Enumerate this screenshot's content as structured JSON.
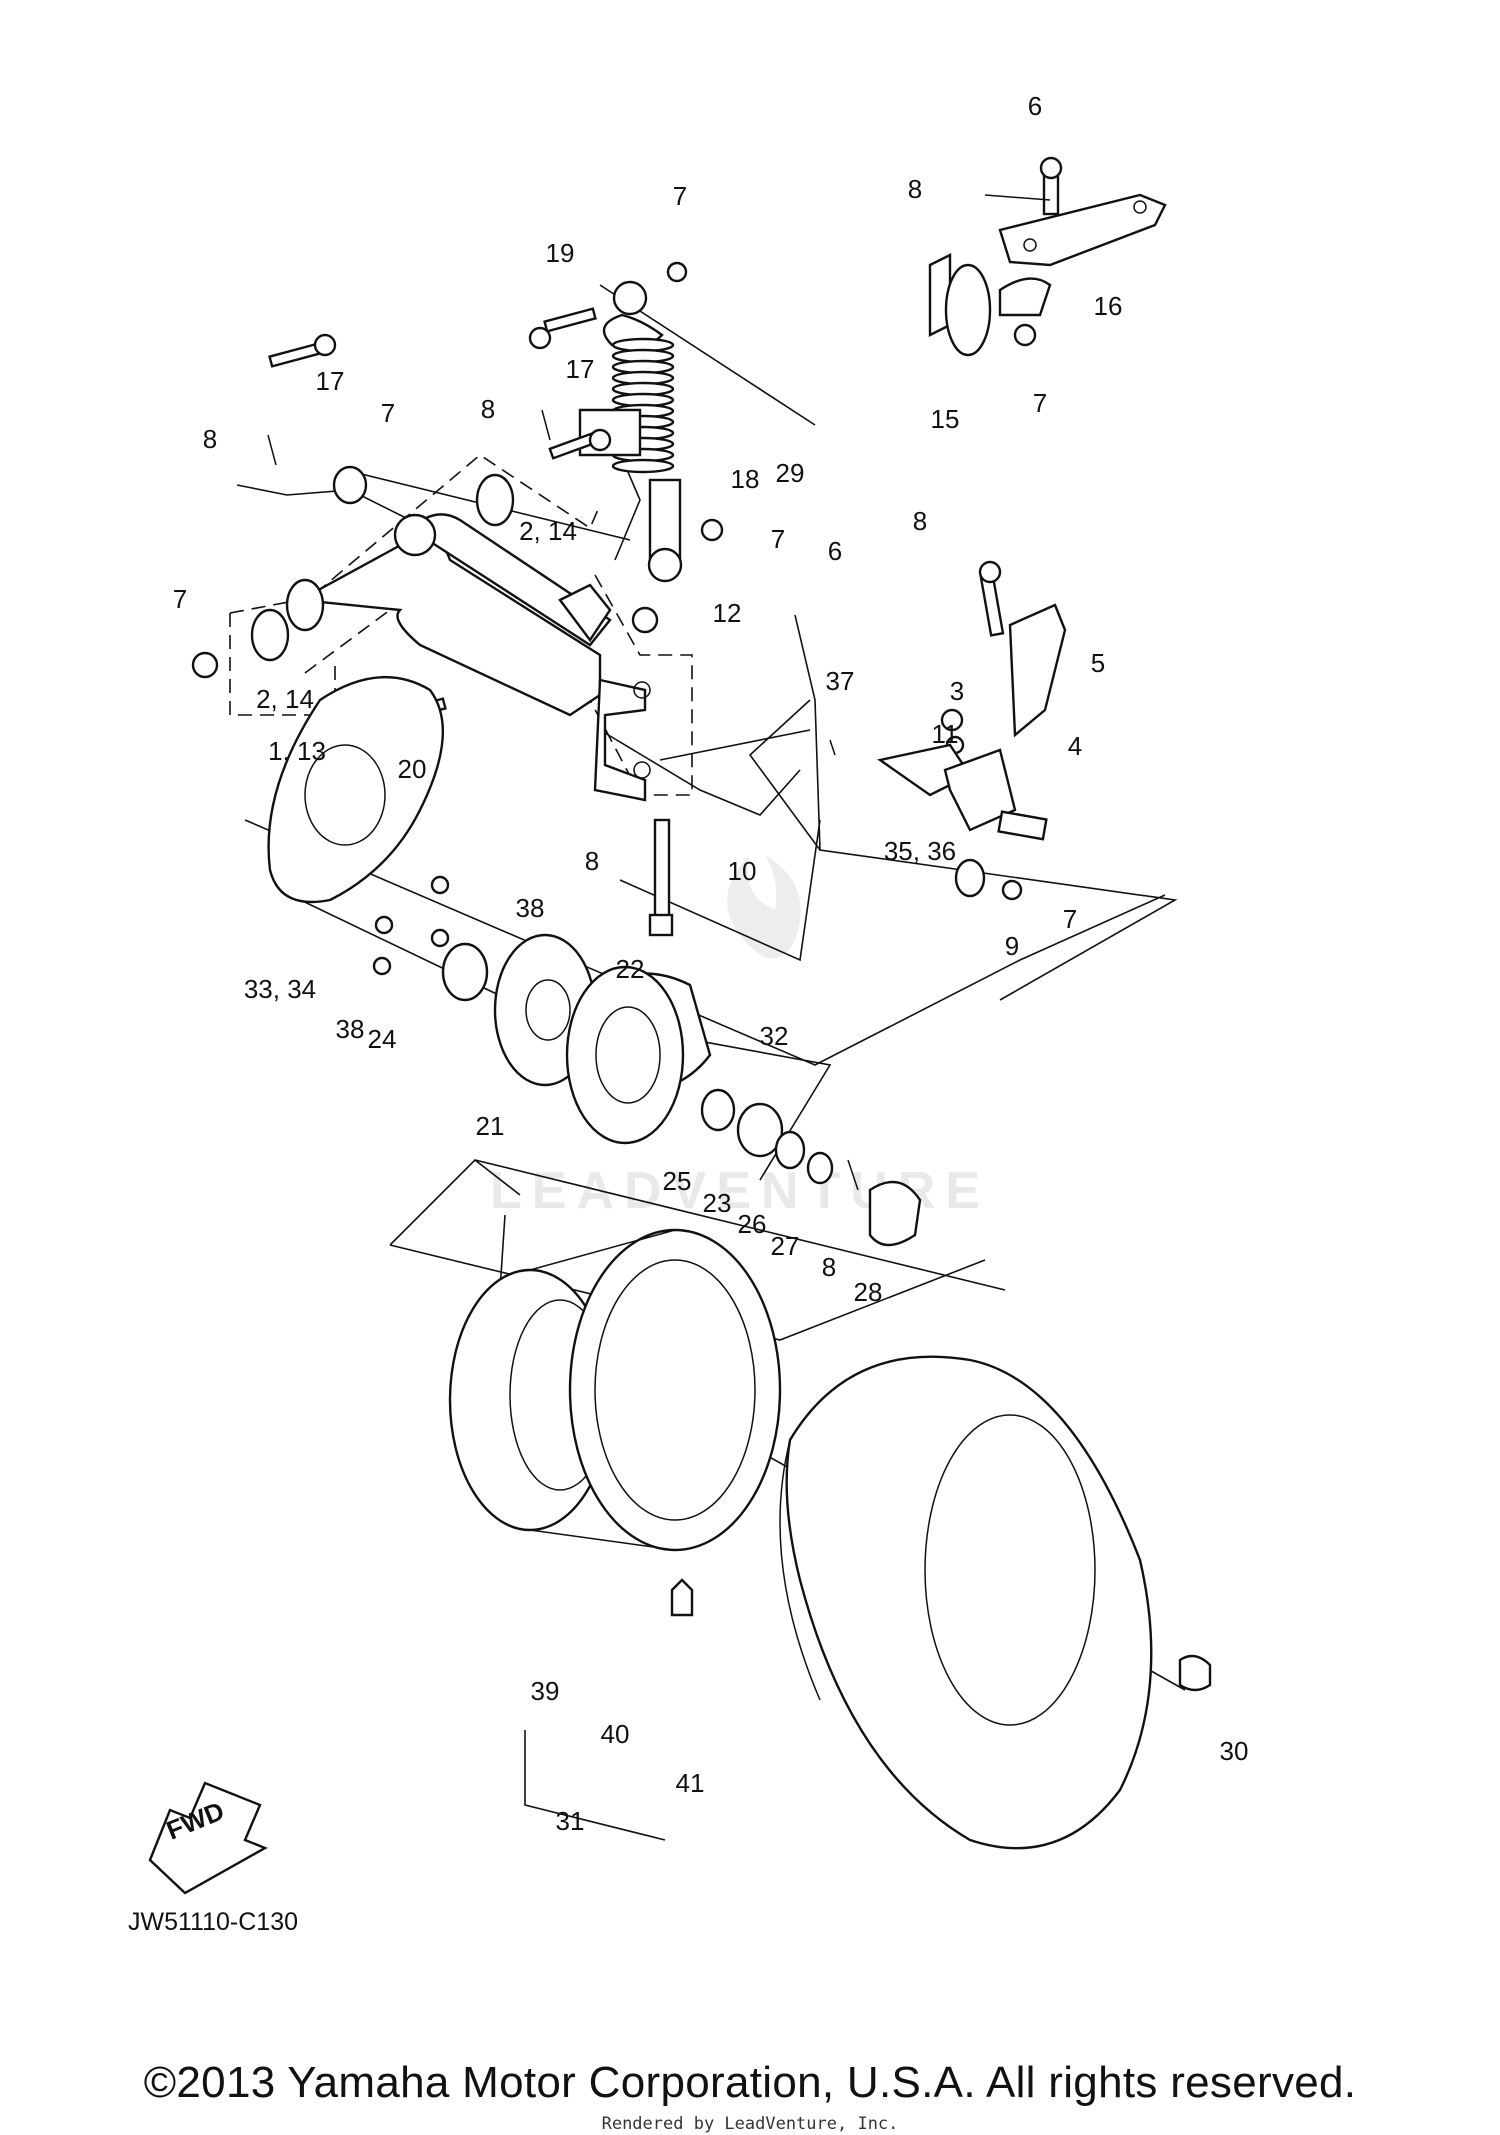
{
  "diagram": {
    "drawing_code": "JW51110-C130",
    "fwd_label": "FWD",
    "watermark": "LEADVENTURE",
    "copyright": "©2013 Yamaha Motor Corporation, U.S.A. All rights reserved.",
    "rendered_by": "Rendered by LeadVenture, Inc.",
    "callouts": {
      "c1": "6",
      "c2": "7",
      "c3": "8",
      "c4": "16",
      "c5": "15",
      "c6": "7",
      "c7": "19",
      "c8": "17",
      "c9": "7",
      "c10": "8",
      "c11": "17",
      "c12": "8",
      "c13": "29",
      "c14": "18",
      "c15": "2, 14",
      "c16": "7",
      "c17": "8",
      "c18": "6",
      "c19": "7",
      "c20": "12",
      "c21": "5",
      "c22": "37",
      "c23": "3",
      "c24": "11",
      "c25": "4",
      "c26": "2, 14",
      "c27": "1, 13",
      "c28": "20",
      "c29": "35, 36",
      "c30": "8",
      "c31": "10",
      "c32": "9",
      "c33": "7",
      "c34": "38",
      "c35": "22",
      "c36": "33, 34",
      "c37": "38",
      "c38": "24",
      "c39": "32",
      "c40": "21",
      "c41": "25",
      "c42": "23",
      "c43": "26",
      "c44": "27",
      "c45": "8",
      "c46": "28",
      "c47": "39",
      "c48": "40",
      "c49": "31",
      "c50": "41",
      "c51": "30"
    }
  }
}
